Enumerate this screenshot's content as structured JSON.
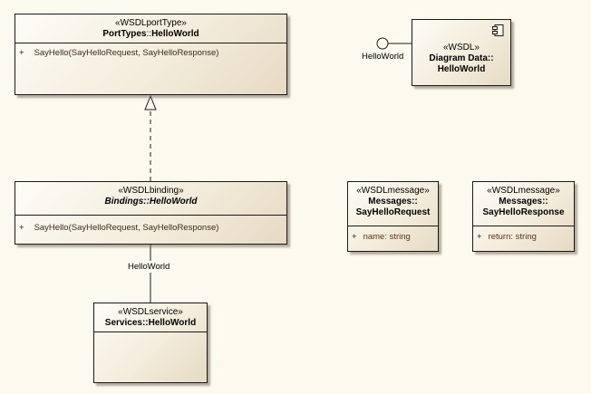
{
  "port_type": {
    "stereotype": "«WSDLportType»",
    "name_prefix": "PortTypes",
    "name_sep": "::",
    "name_value": "HelloWorld",
    "op_visibility": "+",
    "op": "SayHello(SayHelloRequest, SayHelloResponse)"
  },
  "binding": {
    "stereotype": "«WSDLbinding»",
    "name": "Bindings::HelloWorld",
    "op_visibility": "+",
    "op": "SayHello(SayHelloRequest, SayHelloResponse)"
  },
  "service": {
    "stereotype": "«WSDLservice»",
    "name": "Services::HelloWorld"
  },
  "component": {
    "stereotype": "«WSDL»",
    "name_line1": "Diagram Data::",
    "name_line2": "HelloWorld",
    "interface_label": "HelloWorld",
    "icon": "component-icon"
  },
  "msg_request": {
    "stereotype": "«WSDLmessage»",
    "name_line1": "Messages::",
    "name_line2": "SayHelloRequest",
    "attr_visibility": "+",
    "attr_name": "name:",
    "attr_type": "string"
  },
  "msg_response": {
    "stereotype": "«WSDLmessage»",
    "name_line1": "Messages::",
    "name_line2": "SayHelloResponse",
    "attr_visibility": "+",
    "attr_name": "return:",
    "attr_type": "string"
  },
  "binding_service_link_label": "HelloWorld"
}
